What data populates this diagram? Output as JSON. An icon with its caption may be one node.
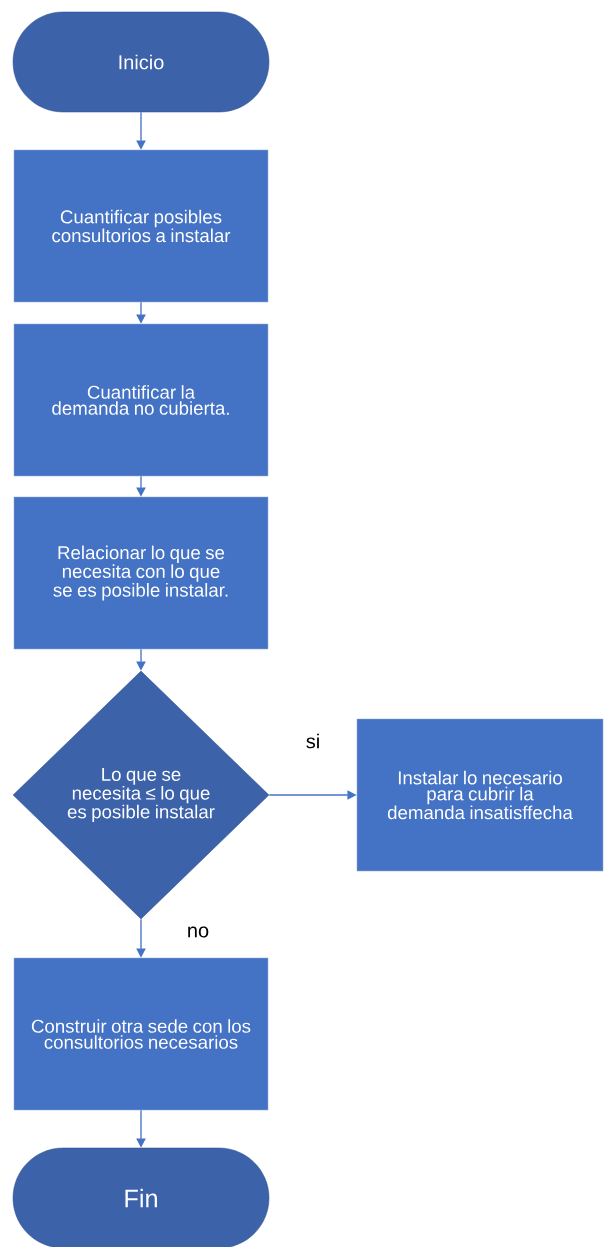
{
  "diagram": {
    "nodes": [
      {
        "text": [
          "Inicio"
        ]
      },
      {
        "text": [
          "Cuantificar posibles consultorios a instalar"
        ]
      },
      {
        "text": [
          "Cuantificar la demanda no cubierta."
        ]
      },
      {
        "text": [
          "Relacionar lo que se necesita con lo que se es posible instalar."
        ]
      },
      {
        "text": [
          "Lo que se necesita ≤ lo que es posible instalar"
        ]
      },
      {
        "text": [
          "Instalar lo necesario para cubrir la demanda insatisffecha"
        ]
      },
      {
        "text": [
          "Construir otra sede con los consultorios necesarios"
        ]
      },
      {
        "text": [
          "Fin"
        ]
      }
    ],
    "edges": [
      {
        "from": 0,
        "to": 1,
        "arrow": "to"
      },
      {
        "from": 1,
        "to": 2,
        "arrow": "to"
      },
      {
        "from": 2,
        "to": 3,
        "arrow": "to"
      },
      {
        "from": 3,
        "to": 4,
        "arrow": "to"
      },
      {
        "from": 4,
        "to": 5,
        "arrow": "to",
        "label": "si"
      },
      {
        "from": 4,
        "to": 6,
        "arrow": "to",
        "label": "no"
      },
      {
        "from": 6,
        "to": 7,
        "arrow": "to"
      }
    ]
  }
}
